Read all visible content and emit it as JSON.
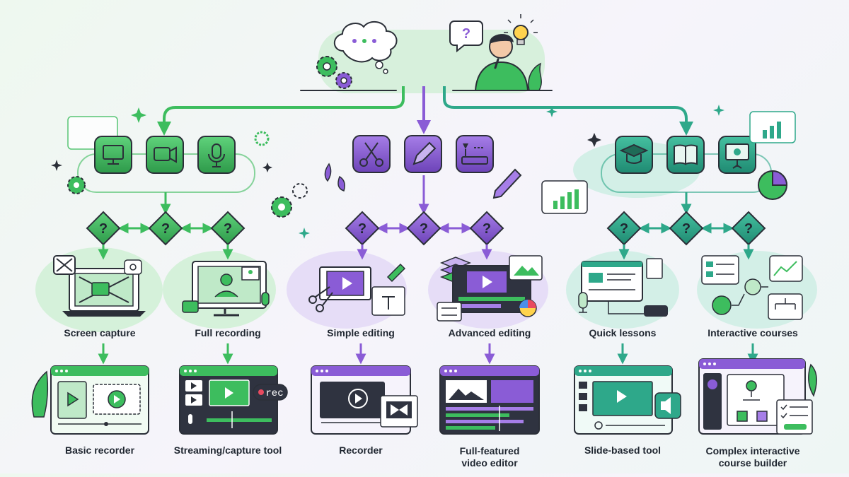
{
  "colors": {
    "green": "#3dbd5e",
    "green_dark": "#2e9a4a",
    "purple": "#8a5cd6",
    "purple_dark": "#6d43b8",
    "teal": "#2ea88a",
    "teal_dark": "#1f8a72",
    "outline": "#2b2f38",
    "text": "#1f2630"
  },
  "icons": {
    "top": [
      "thought-bubble-icon",
      "gears-icon",
      "thinking-person-icon",
      "question-bubble-icon",
      "lightbulb-icon"
    ],
    "branch_green": [
      "monitor-icon",
      "video-camera-icon",
      "microphone-icon"
    ],
    "branch_purple": [
      "scissors-icon",
      "pencil-icon",
      "trim-timeline-icon"
    ],
    "branch_teal": [
      "graduation-cap-icon",
      "book-icon",
      "presentation-icon"
    ],
    "decision": "question-diamond-icon"
  },
  "decision_symbol": "?",
  "scenarios": [
    {
      "label": "Screen capture"
    },
    {
      "label": "Full recording"
    },
    {
      "label": "Simple editing"
    },
    {
      "label": "Advanced editing"
    },
    {
      "label": "Quick lessons"
    },
    {
      "label": "Interactive courses"
    }
  ],
  "tools": [
    {
      "label": "Basic recorder"
    },
    {
      "label": "Streaming/capture tool",
      "badge": "rec"
    },
    {
      "label": "Recorder"
    },
    {
      "line1": "Full-featured",
      "line2": "video editor"
    },
    {
      "label": "Slide-based tool"
    },
    {
      "line1": "Complex interactive",
      "line2": "course builder"
    }
  ]
}
